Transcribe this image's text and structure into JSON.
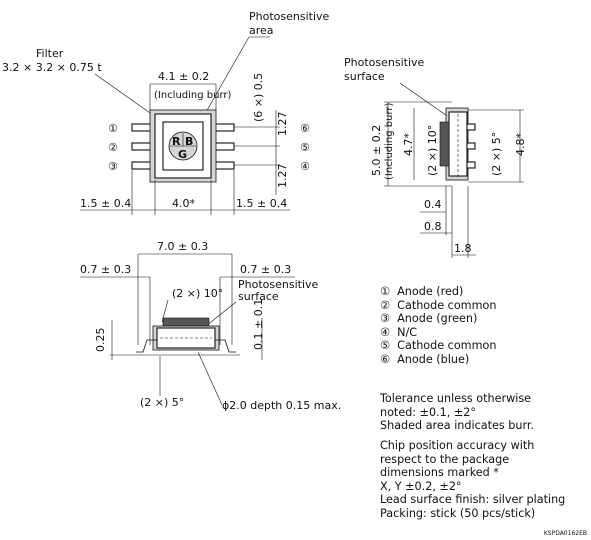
{
  "top_view": {
    "filter_label": "Filter",
    "filter_dims": "3.2 × 3.2 × 0.75 t",
    "area_label_1": "Photosensitive",
    "area_label_2": "area",
    "width_dim": "4.1 ± 0.2",
    "burr_note": "(Including burr)",
    "pitch_count": "(6 ×) 0.5",
    "pitch_top": "1.27",
    "pitch_bottom": "1.27",
    "lead_left": "1.5 ± 0.4",
    "body_width": "4.0*",
    "lead_right": "1.5 ± 0.4",
    "chip_r": "R",
    "chip_b": "B",
    "chip_g": "G",
    "pins_left": [
      "①",
      "②",
      "③"
    ],
    "pins_right": [
      "⑥",
      "⑤",
      "④"
    ]
  },
  "side_view": {
    "surface_label_1": "Photosensitive",
    "surface_label_2": "surface",
    "height_dim": "5.0 ± 0.2",
    "height_burr": "(Including burr)",
    "inner_height": "4.7*",
    "angle_left": "(2 ×) 10°",
    "angle_right": "(2 ×) 5°",
    "outer_height": "4.8*",
    "dim_04": "0.4",
    "dim_08": "0.8",
    "dim_18": "1.8"
  },
  "front_view": {
    "total_width": "7.0 ± 0.3",
    "lead_left": "0.7 ± 0.3",
    "lead_right": "0.7 ± 0.3",
    "angle_top": "(2 ×) 10°",
    "surface_label_1": "Photosensitive",
    "surface_label_2": "surface",
    "thickness": "0.25",
    "surface_height": "0.1 ± 0.1",
    "angle_bottom": "(2 ×) 5°",
    "hole": "ϕ2.0 depth 0.15 max."
  },
  "pin_legend": [
    {
      "num": "①",
      "name": "Anode (red)"
    },
    {
      "num": "②",
      "name": "Cathode common"
    },
    {
      "num": "③",
      "name": "Anode (green)"
    },
    {
      "num": "④",
      "name": "N/C"
    },
    {
      "num": "⑤",
      "name": "Cathode common"
    },
    {
      "num": "⑥",
      "name": "Anode (blue)"
    }
  ],
  "notes": {
    "tolerance_1": "Tolerance unless otherwise",
    "tolerance_2": "noted: ±0.1, ±2°",
    "tolerance_3": "Shaded area indicates burr.",
    "chip_1": "Chip position accuracy with",
    "chip_2": "respect to the package",
    "chip_3": "dimensions marked *",
    "chip_4": "X, Y  ±0.2,     ±2°",
    "lead_finish": "Lead surface finish: silver plating",
    "packing": "Packing: stick (50 pcs/stick)"
  },
  "drawing_code": "KSPDA0162EB"
}
